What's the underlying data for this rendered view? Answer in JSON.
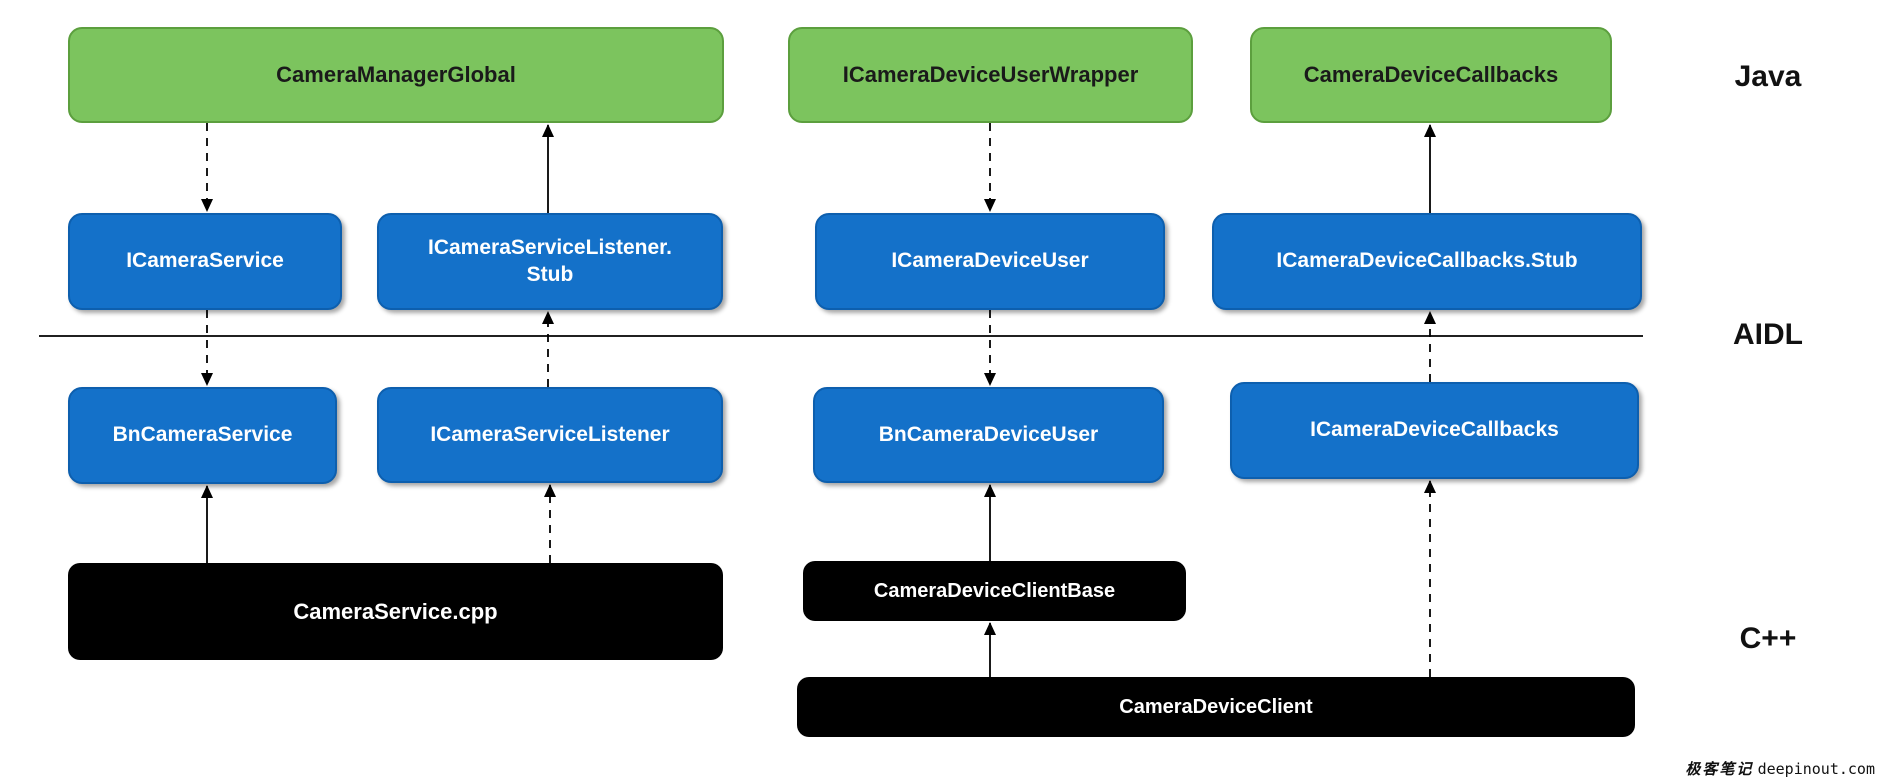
{
  "layers": {
    "java": "Java",
    "aidl": "AIDL",
    "cpp": "C++"
  },
  "nodes": {
    "camera_manager_global": {
      "label": "CameraManagerGlobal",
      "layer": "Java"
    },
    "icamera_device_user_wrapper": {
      "label": "ICameraDeviceUserWrapper",
      "layer": "Java"
    },
    "camera_device_callbacks": {
      "label": "CameraDeviceCallbacks",
      "layer": "Java"
    },
    "icamera_service": {
      "label": "ICameraService",
      "layer": "AIDL"
    },
    "icamera_service_listener_stub": {
      "line1": "ICameraServiceListener.",
      "line2": "Stub",
      "layer": "AIDL"
    },
    "icamera_device_user": {
      "label": "ICameraDeviceUser",
      "layer": "AIDL"
    },
    "icamera_device_callbacks_stub": {
      "label": "ICameraDeviceCallbacks.Stub",
      "layer": "AIDL"
    },
    "bn_camera_service": {
      "label": "BnCameraService",
      "layer": "AIDL"
    },
    "icamera_service_listener": {
      "label": "ICameraServiceListener",
      "layer": "AIDL"
    },
    "bn_camera_device_user": {
      "label": "BnCameraDeviceUser",
      "layer": "AIDL"
    },
    "icamera_device_callbacks_native": {
      "label": "ICameraDeviceCallbacks",
      "layer": "AIDL"
    },
    "camera_service_cpp": {
      "label": "CameraService.cpp",
      "layer": "C++"
    },
    "camera_device_client_base": {
      "label": "CameraDeviceClientBase",
      "layer": "C++"
    },
    "camera_device_client": {
      "label": "CameraDeviceClient",
      "layer": "C++"
    }
  },
  "edges": [
    {
      "from": "CameraManagerGlobal",
      "to": "ICameraService",
      "style": "dashed"
    },
    {
      "from": "ICameraServiceListener.Stub",
      "to": "CameraManagerGlobal",
      "style": "solid"
    },
    {
      "from": "ICameraService",
      "to": "BnCameraService",
      "style": "dashed"
    },
    {
      "from": "ICameraServiceListener",
      "to": "ICameraServiceListener.Stub",
      "style": "dashed"
    },
    {
      "from": "ICameraDeviceUserWrapper",
      "to": "ICameraDeviceUser",
      "style": "dashed"
    },
    {
      "from": "ICameraDeviceUser",
      "to": "BnCameraDeviceUser",
      "style": "dashed"
    },
    {
      "from": "ICameraDeviceCallbacks.Stub",
      "to": "CameraDeviceCallbacks",
      "style": "solid"
    },
    {
      "from": "ICameraDeviceCallbacks",
      "to": "ICameraDeviceCallbacks.Stub",
      "style": "dashed"
    },
    {
      "from": "CameraService.cpp",
      "to": "BnCameraService",
      "style": "solid"
    },
    {
      "from": "CameraService.cpp",
      "to": "ICameraServiceListener",
      "style": "dashed"
    },
    {
      "from": "CameraDeviceClientBase",
      "to": "BnCameraDeviceUser",
      "style": "solid"
    },
    {
      "from": "CameraDeviceClient",
      "to": "CameraDeviceClientBase",
      "style": "solid"
    },
    {
      "from": "CameraDeviceClient",
      "to": "ICameraDeviceCallbacks",
      "style": "dashed"
    }
  ],
  "watermark": {
    "cn": "极客笔记",
    "en": "deepinout.com"
  },
  "colors": {
    "green": "#7CC45E",
    "green_border": "#5C9F3E",
    "blue": "#1471C9",
    "blue_border": "#0D5FAE",
    "black": "#000000",
    "line": "#000000"
  }
}
